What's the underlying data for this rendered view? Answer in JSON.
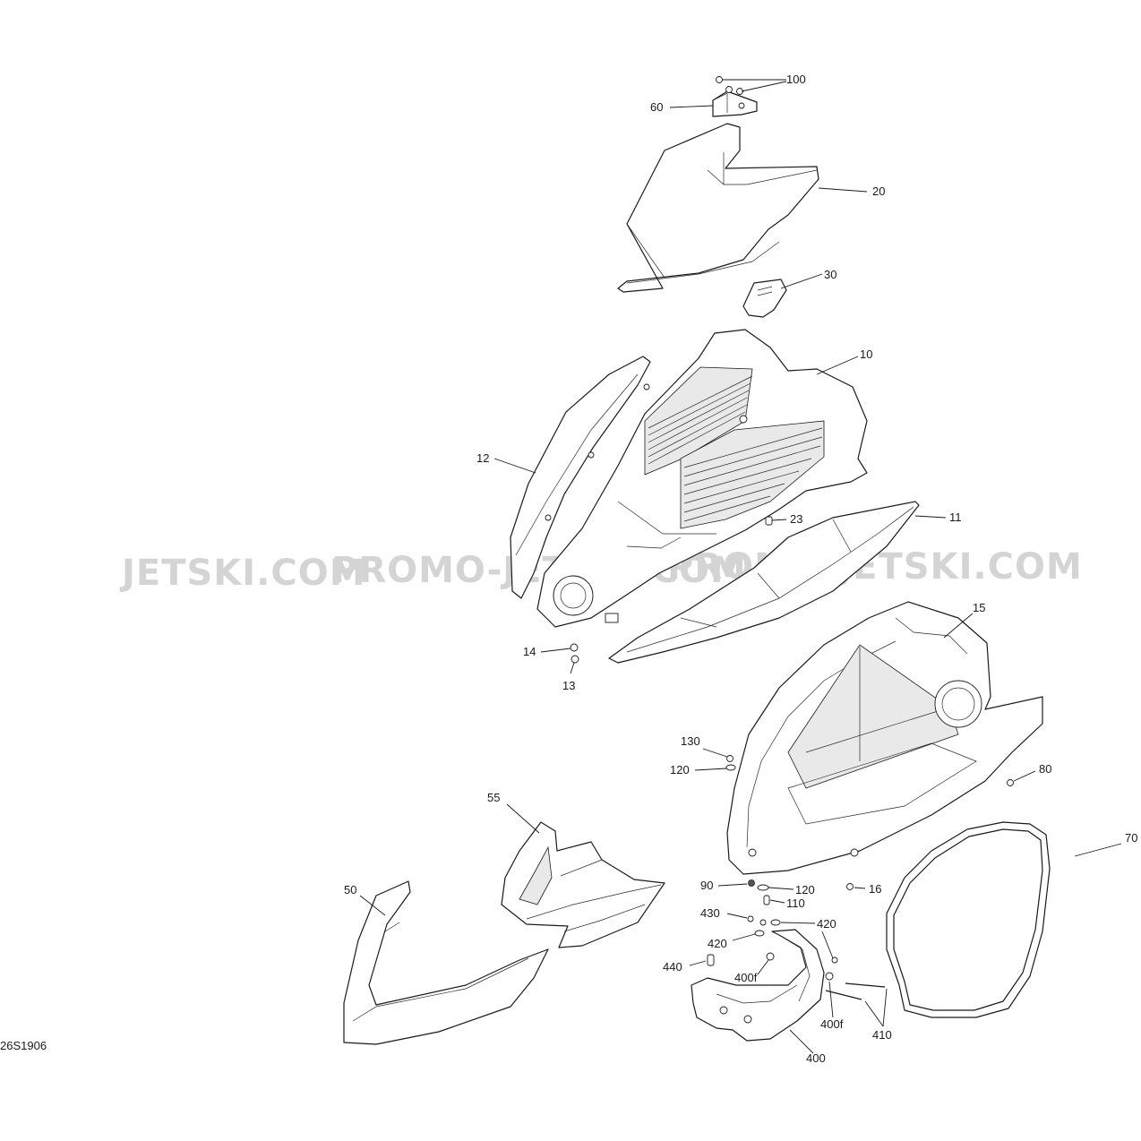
{
  "diagram_code": "26S1906",
  "watermarks": [
    "JETSKI.COM",
    "PROMO-JETSKI.COM",
    "PROMO-JETSKI.COM"
  ],
  "callouts": {
    "c100": "100",
    "c60": "60",
    "c20": "20",
    "c30": "30",
    "c10": "10",
    "c12": "12",
    "c23": "23",
    "c11": "11",
    "c14": "14",
    "c13": "13",
    "c15": "15",
    "c130": "130",
    "c120a": "120",
    "c80": "80",
    "c55": "55",
    "c70": "70",
    "c50": "50",
    "c90": "90",
    "c120b": "120",
    "c16": "16",
    "c110": "110",
    "c430": "430",
    "c420a": "420",
    "c420b": "420",
    "c440": "440",
    "c400fa": "400f",
    "c400fb": "400f",
    "c410": "410",
    "c400": "400"
  },
  "colors": {
    "line": "#1a1a1a",
    "watermark": "#d4d4d4",
    "background": "#ffffff"
  }
}
